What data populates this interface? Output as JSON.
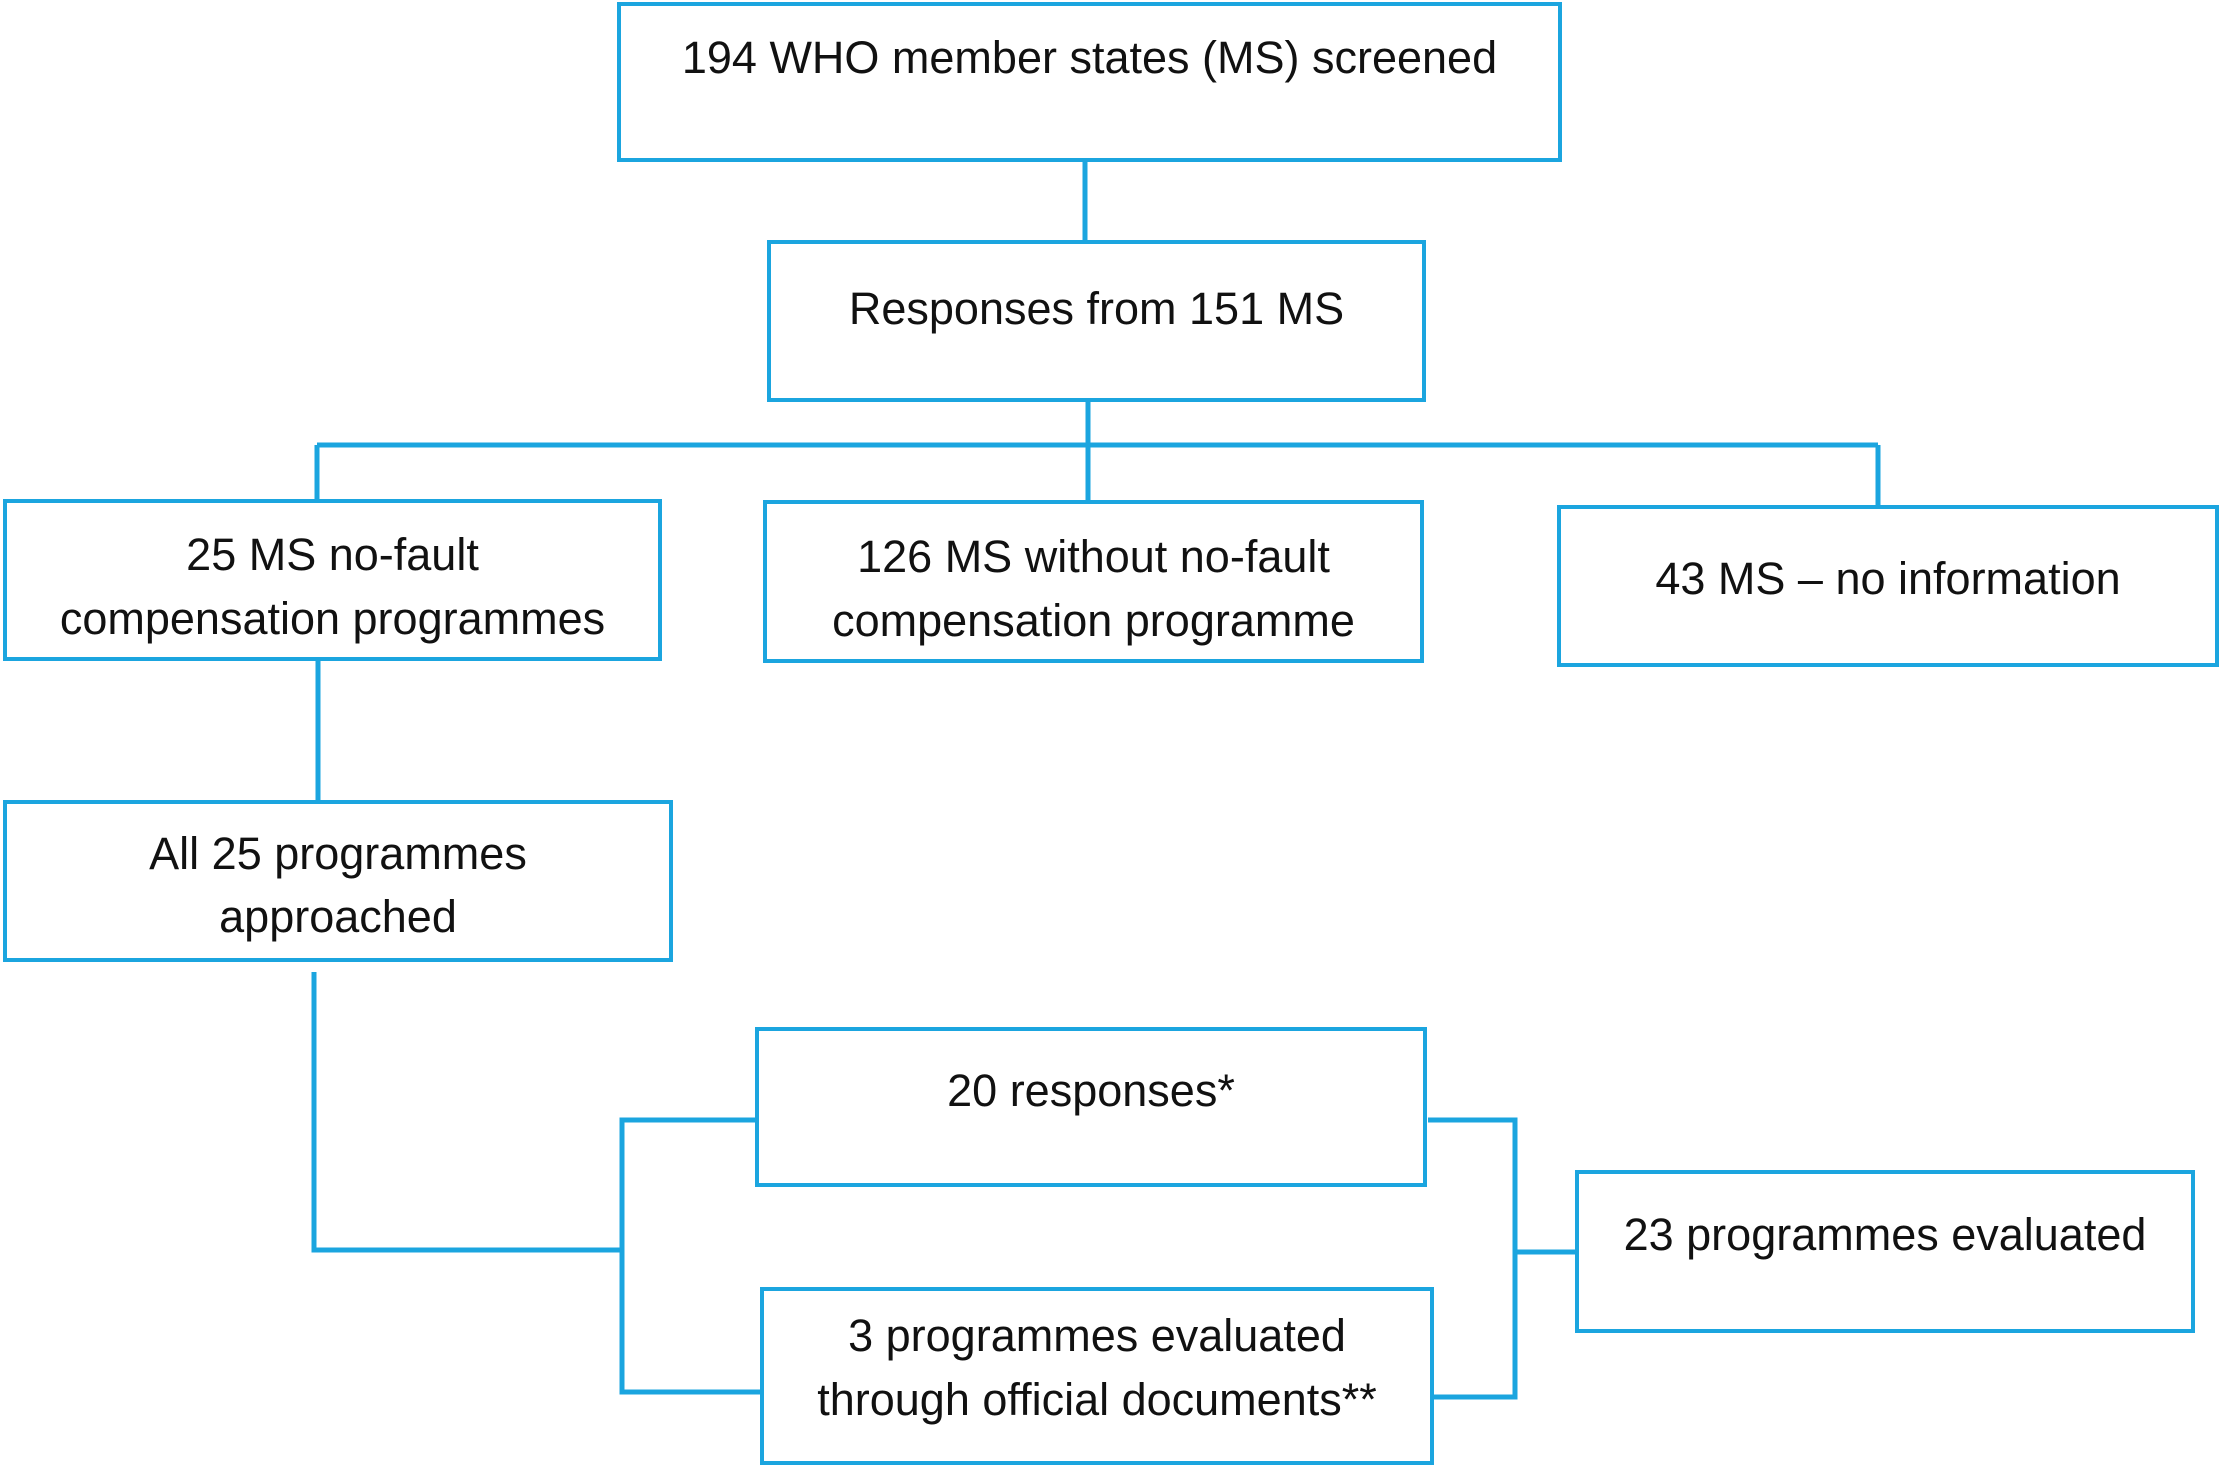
{
  "diagram": {
    "accent_color": "#1ba5df",
    "nodes": {
      "screened": {
        "lines": [
          "194 WHO member states (MS) screened"
        ]
      },
      "responses": {
        "lines": [
          "Responses from 151 MS"
        ]
      },
      "no_fault": {
        "lines": [
          "25 MS no-fault",
          "compensation programmes"
        ]
      },
      "without": {
        "lines": [
          "126 MS without no-fault",
          "compensation programme"
        ]
      },
      "no_info": {
        "lines": [
          "43 MS – no information"
        ]
      },
      "approached": {
        "lines": [
          "All 25 programmes",
          "approached"
        ]
      },
      "twenty": {
        "lines": [
          "20 responses*"
        ]
      },
      "three": {
        "lines": [
          "3 programmes evaluated",
          "through official documents**"
        ]
      },
      "evaluated": {
        "lines": [
          "23 programmes evaluated"
        ]
      }
    }
  }
}
